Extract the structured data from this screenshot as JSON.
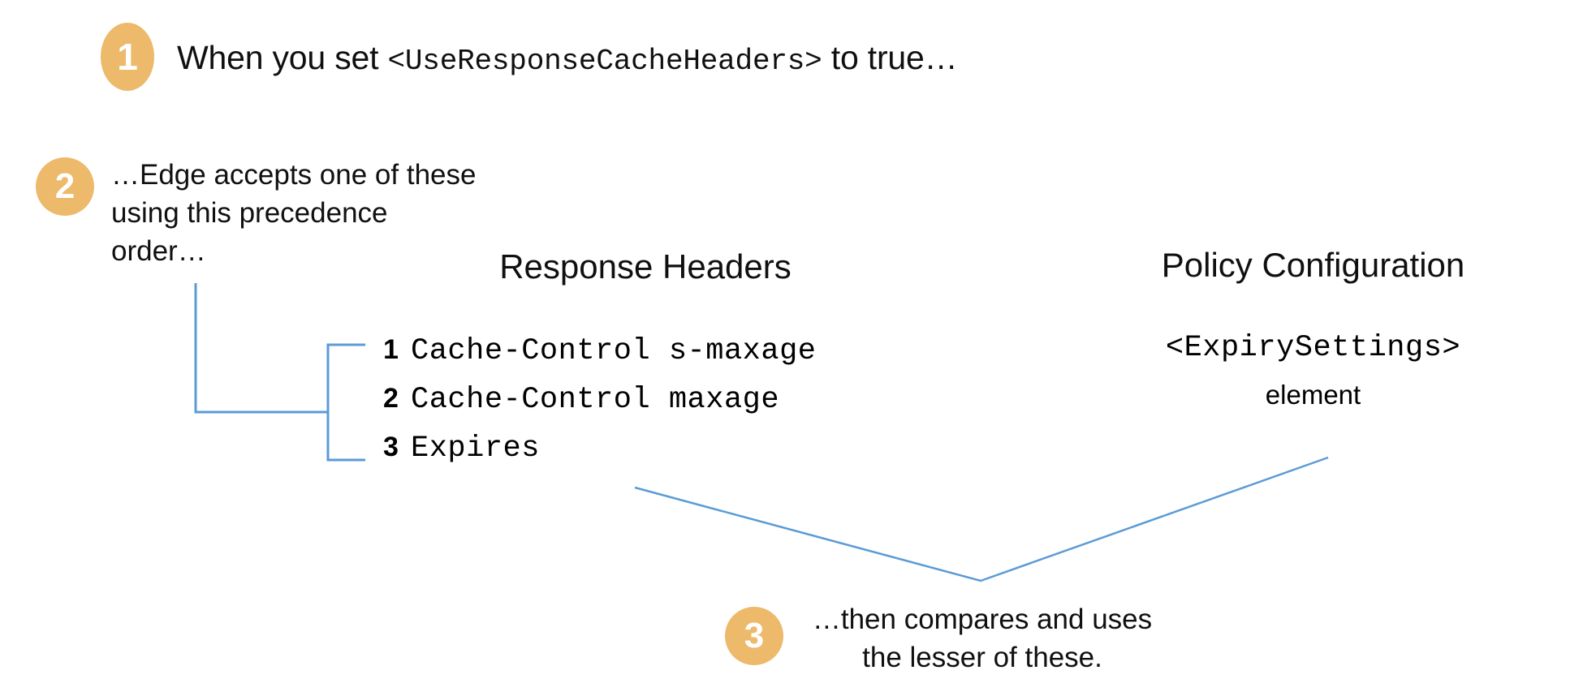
{
  "diagram": {
    "title": "Edge response cache header precedence",
    "background_color": "#ffffff",
    "accent_color": "#EDB96A",
    "connector_color": "#5B9BD5"
  },
  "steps": [
    {
      "number": "1",
      "text_before": "When you set ",
      "text_mono": "<UseResponseCacheHeaders>",
      "text_after": " to true…"
    },
    {
      "number": "2",
      "line1": "…Edge accepts one of these",
      "line2": "using this precedence",
      "line3": "order…"
    },
    {
      "number": "3",
      "line1": "…then compares and uses",
      "line2": "the lesser of these."
    }
  ],
  "columns": {
    "response_headers": {
      "heading": "Response Headers",
      "items": [
        {
          "rank": "1",
          "name": "Cache-Control s-maxage"
        },
        {
          "rank": "2",
          "name": "Cache-Control maxage"
        },
        {
          "rank": "3",
          "name": "Expires"
        }
      ]
    },
    "policy_configuration": {
      "heading": "Policy Configuration",
      "element": "<ExpirySettings>",
      "element_label": "element"
    }
  }
}
